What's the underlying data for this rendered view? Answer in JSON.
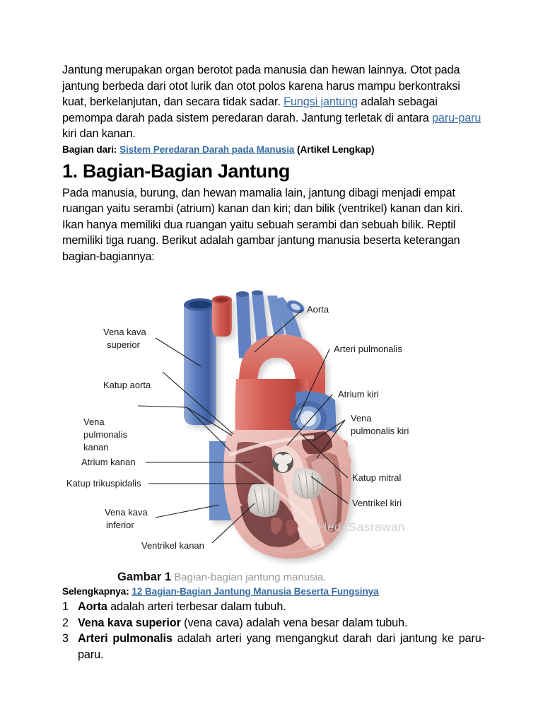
{
  "intro": {
    "seg1": "Jantung merupakan organ berotot pada manusia dan hewan lainnya. Otot pada jantung berbeda dari otot lurik dan otot polos karena harus mampu berkontraksi kuat, berkelanjutan, dan secara tidak sadar. ",
    "link1": "Fungsi jantung",
    "seg2": " adalah sebagai pemompa darah pada sistem peredaran darah. Jantung terletak di antara ",
    "link2": "paru-paru",
    "seg3": " kiri dan kanan."
  },
  "source": {
    "prefix": "Bagian dari: ",
    "link": "Sistem Peredaran Darah pada Manusia",
    "suffix": " (Artikel Lengkap)"
  },
  "heading": "1. Bagian-Bagian Jantung",
  "paragraph": "Pada manusia, burung, dan hewan mamalia lain, jantung dibagi menjadi empat ruangan yaitu serambi (atrium) kanan dan kiri; dan bilik (ventrikel) kanan dan kiri. Ikan hanya memiliki dua ruangan yaitu sebuah serambi dan sebuah bilik. Reptil memiliki tiga ruang. Berikut adalah gambar jantung manusia beserta keterangan bagian-bagiannya:",
  "figure": {
    "watermark": "Hedi Sasrawan",
    "labels": [
      {
        "id": "vena-kava-superior",
        "lines": [
          "Vena kava",
          "superior"
        ]
      },
      {
        "id": "katup-aorta",
        "lines": [
          "Katup aorta"
        ]
      },
      {
        "id": "vena-pulmonalis-kanan",
        "lines": [
          "Vena",
          "pulmonalis",
          "kanan"
        ]
      },
      {
        "id": "atrium-kanan",
        "lines": [
          "Atrium kanan"
        ]
      },
      {
        "id": "katup-trikuspidalis",
        "lines": [
          "Katup trikuspidalis"
        ]
      },
      {
        "id": "vena-kava-inferior",
        "lines": [
          "Vena kava",
          "inferior"
        ]
      },
      {
        "id": "ventrikel-kanan",
        "lines": [
          "Ventrikel kanan"
        ]
      },
      {
        "id": "aorta",
        "lines": [
          "Aorta"
        ]
      },
      {
        "id": "arteri-pulmonalis",
        "lines": [
          "Arteri pulmonalis"
        ]
      },
      {
        "id": "atrium-kiri",
        "lines": [
          "Atrium kiri"
        ]
      },
      {
        "id": "vena-pulmonalis-kiri",
        "lines": [
          "Vena",
          "pulmonalis kiri"
        ]
      },
      {
        "id": "katup-mitral",
        "lines": [
          "Katup mitral"
        ]
      },
      {
        "id": "ventrikel-kiri",
        "lines": [
          "Ventrikel kiri"
        ]
      }
    ]
  },
  "caption": {
    "strong": "Gambar 1",
    "text": " Bagian-bagian jantung manusia."
  },
  "more": {
    "prefix": "Selengkapnya: ",
    "link": "12 Bagian-Bagian Jantung Manusia Beserta Fungsinya"
  },
  "parts_list": [
    {
      "num": "1",
      "term": "Aorta",
      "desc": " adalah arteri terbesar dalam tubuh."
    },
    {
      "num": "2",
      "term": "Vena kava superior",
      "desc": " (vena cava) adalah vena besar dalam tubuh."
    },
    {
      "num": "3",
      "term": "Arteri pulmonalis",
      "desc": " adalah arteri yang mengangkut darah dari jantung ke paru-paru."
    }
  ],
  "colors": {
    "link": "#3a6ea5",
    "text": "#000000",
    "caption_gray": "#9a9a9a",
    "watermark_gray": "#cfcfcf",
    "heart_red": "#d6544e",
    "heart_blue": "#5a7fc0",
    "heart_pink": "#e8b3ae"
  }
}
